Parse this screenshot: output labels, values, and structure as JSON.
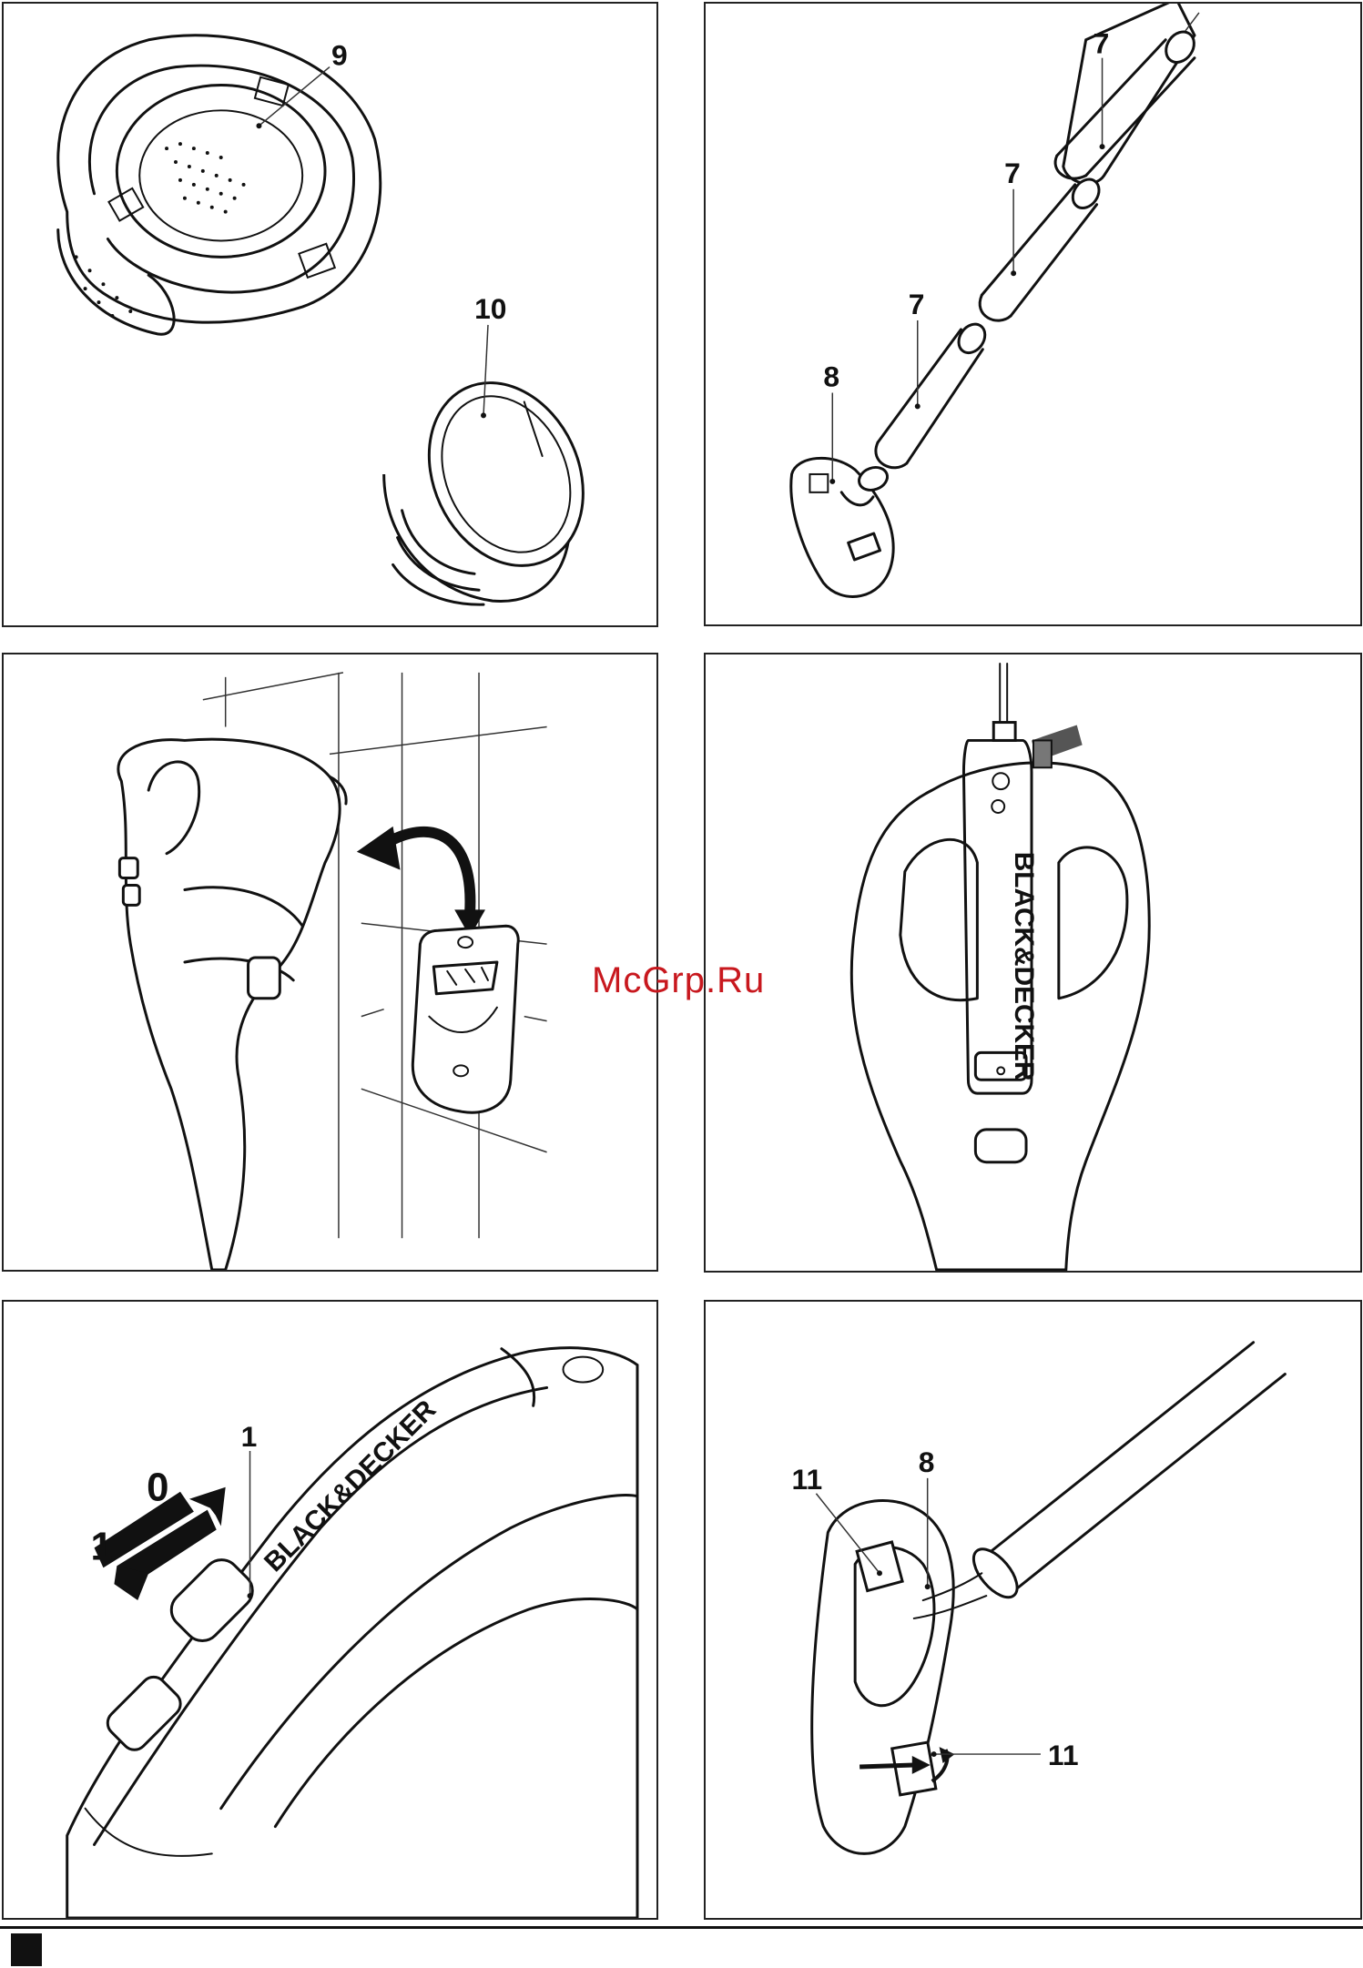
{
  "panels": {
    "p1": {
      "labels": {
        "filter_bowl": "9",
        "filter_ring": "10"
      }
    },
    "p2": {
      "labels": {
        "tube_top": "7",
        "tube_mid": "7",
        "tube_low": "7",
        "nozzle": "8"
      }
    },
    "p5": {
      "labels": {
        "switch": "1",
        "position_off": "0",
        "position_on": "1"
      },
      "brand_text": "BLACK&DECKER"
    },
    "p4": {
      "brand_text": "BLACK&DECKER"
    },
    "p6": {
      "labels": {
        "nozzle": "8",
        "release_top": "11",
        "release_bottom": "11"
      }
    }
  },
  "watermark": "McGrp.Ru",
  "colors": {
    "watermark": "#c8181e",
    "line": "#111111"
  }
}
